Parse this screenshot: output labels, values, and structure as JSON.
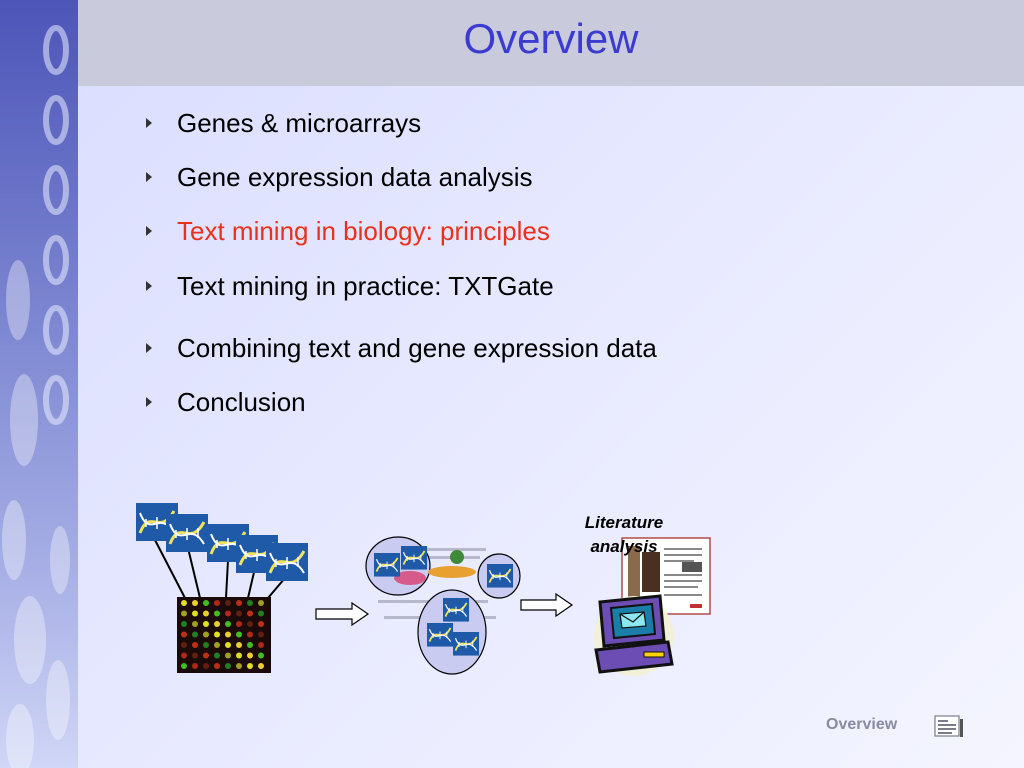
{
  "slide": {
    "title": "Overview",
    "bullets": [
      {
        "text": "Genes & microarrays",
        "active": false
      },
      {
        "text": "Gene expression data analysis",
        "active": false
      },
      {
        "text": "Text mining in biology: principles",
        "active": true
      },
      {
        "text": "Text mining in practice: TXTGate",
        "active": false
      },
      {
        "text": "Combining text and gene expression data",
        "active": false
      },
      {
        "text": "Conclusion",
        "active": false
      }
    ],
    "highlight_color": "#e8301c",
    "title_color": "#3b3bd0",
    "diagram": {
      "literature_label": "Literature analysis"
    },
    "footer": {
      "label": "Overview",
      "icon": "document-nav-icon"
    }
  }
}
